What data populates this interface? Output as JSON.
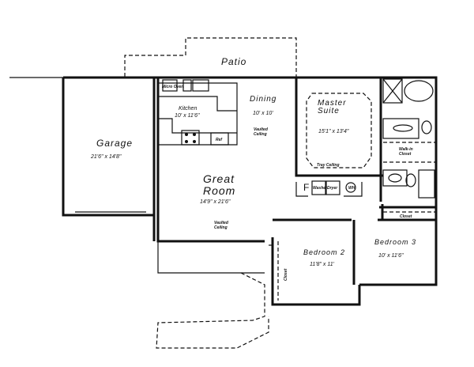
{
  "plan": {
    "patio": {
      "label": "Patio"
    },
    "garage": {
      "label": "Garage",
      "size": "21'6\" x 14'8\""
    },
    "kitchen": {
      "label": "Kitchen",
      "size": "10' x 11'6\"",
      "ref": "Ref",
      "appliance": "Micro Oven"
    },
    "dining": {
      "label": "Dining",
      "size": "10' x 10'",
      "ceiling": [
        "Vaulted",
        "Ceiling"
      ]
    },
    "great_room": {
      "label": [
        "Great",
        "Room"
      ],
      "size": "14'9\" x 21'6\"",
      "ceiling": [
        "Vaulted",
        "Ceiling"
      ]
    },
    "master_suite": {
      "label": [
        "Master",
        "Suite"
      ],
      "size": "15'1\" x 13'4\"",
      "ceiling": "Tray Ceiling"
    },
    "walk_in_closet": {
      "label": [
        "Walk-in",
        "Closet"
      ]
    },
    "laundry": {
      "washer": "Washer",
      "dryer": "Dryer",
      "water_heater": "WH",
      "furnace": "F"
    },
    "closet_bed3": {
      "label": "Closet"
    },
    "bedroom2": {
      "label": "Bedroom 2",
      "size": "11'8\" x 11'",
      "closet": "Closet"
    },
    "bedroom3": {
      "label": "Bedroom 3",
      "size": "10' x 11'6\""
    }
  }
}
